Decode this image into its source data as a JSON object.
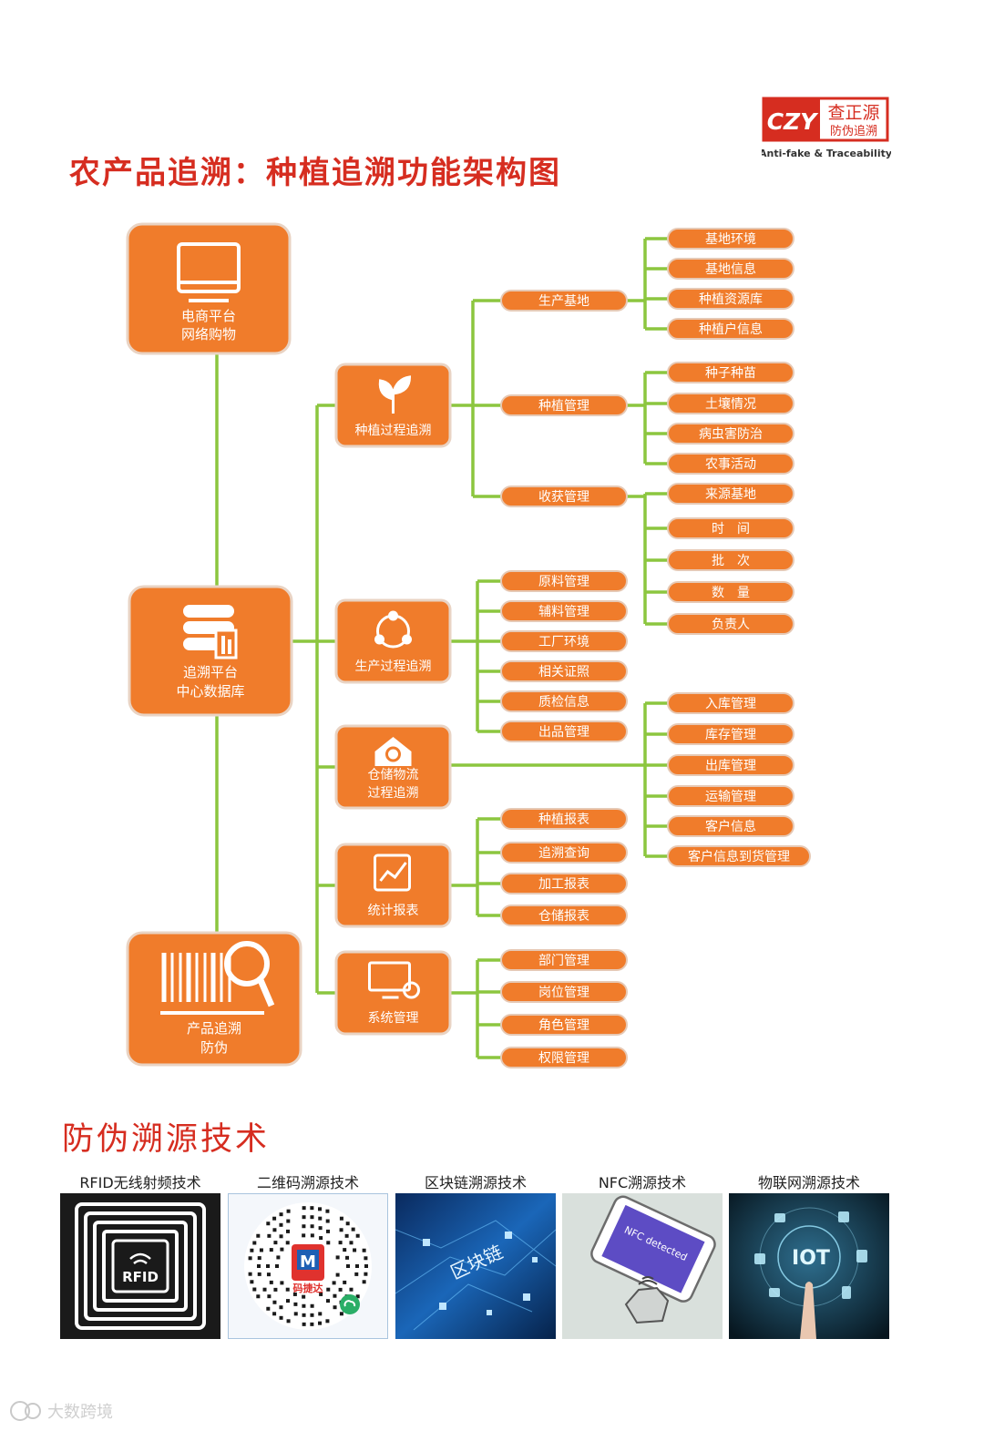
{
  "title": "农产品追溯：种植追溯功能架构图",
  "logo": {
    "mark": "CZY",
    "name": "查正源",
    "sub": "防伪追溯",
    "tagline": "Anti-fake & Traceability"
  },
  "colors": {
    "accent": "#f07c2b",
    "line": "#8cc63f",
    "title": "#d62d20",
    "text": "#ffffff"
  },
  "left_column": [
    {
      "line1": "电商平台",
      "line2": "网络购物",
      "icon": "monitor-icon"
    },
    {
      "line1": "追溯平台",
      "line2": "中心数据库",
      "icon": "database-icon"
    },
    {
      "line1": "产品追溯",
      "line2": "防伪",
      "icon": "barcode-search-icon"
    }
  ],
  "modules": [
    {
      "label": "种植过程追溯",
      "icon": "sprout-icon"
    },
    {
      "label": "生产过程追溯",
      "icon": "cycle-icon"
    },
    {
      "label": "仓储物流",
      "label2": "过程追溯",
      "icon": "warehouse-icon"
    },
    {
      "label": "统计报表",
      "icon": "chart-report-icon"
    },
    {
      "label": "系统管理",
      "icon": "monitor-gear-icon"
    }
  ],
  "planting_subs": [
    "生产基地",
    "种植管理",
    "收获管理"
  ],
  "base_items": [
    "基地环境",
    "基地信息",
    "种植资源库",
    "种植户信息"
  ],
  "mgmt_items": [
    "种子种苗",
    "土壤情况",
    "病虫害防治",
    "农事活动"
  ],
  "harvest_items": [
    "来源基地",
    "时　间",
    "批　次",
    "数　量",
    "负责人"
  ],
  "production_items": [
    "原料管理",
    "辅料管理",
    "工厂环境",
    "相关证照",
    "质检信息",
    "出品管理"
  ],
  "warehouse_items": [
    "入库管理",
    "库存管理",
    "出库管理",
    "运输管理",
    "客户信息",
    "客户信息到货管理"
  ],
  "report_items": [
    "种植报表",
    "追溯查询",
    "加工报表",
    "仓储报表"
  ],
  "system_items": [
    "部门管理",
    "岗位管理",
    "角色管理",
    "权限管理"
  ],
  "tech_title": "防伪溯源技术",
  "techs": [
    {
      "label": "RFID无线射频技术",
      "image_text": "RFID"
    },
    {
      "label": "二维码溯源技术",
      "image_text": "码捷达"
    },
    {
      "label": "区块链溯源技术",
      "image_text": "区块链"
    },
    {
      "label": "NFC溯源技术",
      "image_text": "NFC detected"
    },
    {
      "label": "物联网溯源技术",
      "image_text": "IOT"
    }
  ],
  "watermark": "大数跨境"
}
